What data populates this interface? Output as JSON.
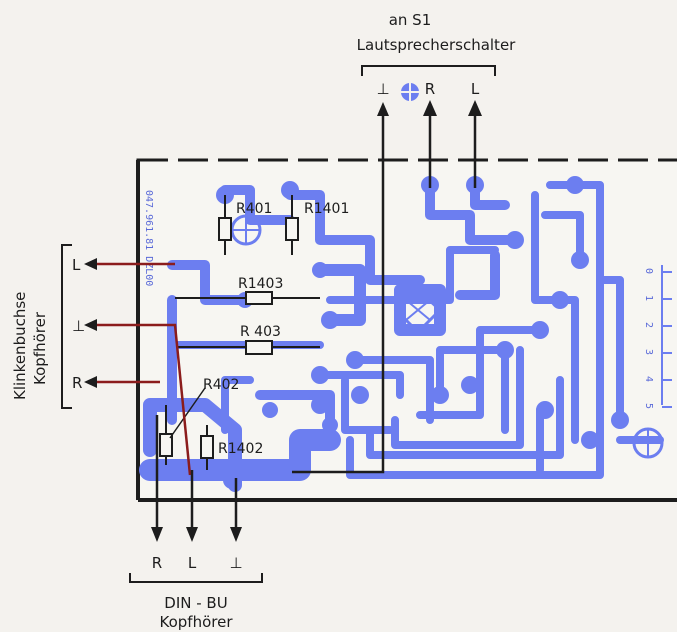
{
  "top_connector": {
    "title": "an S1",
    "subtitle": "Lautsprecherschalter",
    "pins": [
      "⊥",
      "R",
      "L"
    ]
  },
  "left_connector": {
    "title": "Klinkenbuchse",
    "subtitle": "Kopfhörer",
    "pins": [
      "L",
      "⊥",
      "R"
    ]
  },
  "bottom_connector": {
    "title": "DIN - BU",
    "subtitle": "Kopfhörer",
    "pins": [
      "R",
      "L",
      "⊥"
    ]
  },
  "components": [
    "R401",
    "R1401",
    "R1403",
    "R 403",
    "R402",
    "R1402"
  ],
  "board_label": "047.961.81 DZL00",
  "scale_digits": [
    "0",
    "1",
    "2",
    "3",
    "4",
    "5"
  ],
  "colors": {
    "copper": "#6c7ef0",
    "wire": "#1d1d1d",
    "red_wire": "#8b1c1c",
    "paper": "#f4f2ee"
  }
}
